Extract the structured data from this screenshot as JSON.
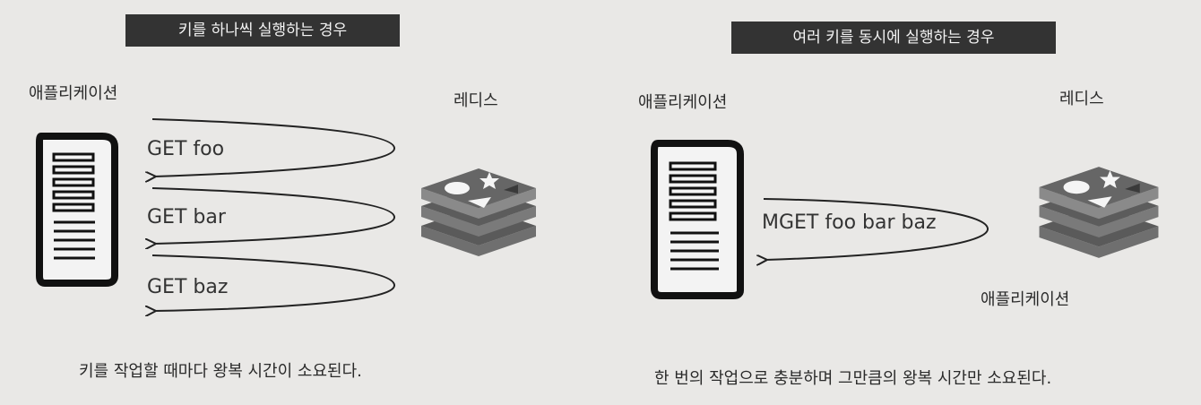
{
  "left": {
    "banner": "키를 하나씩 실행하는 경우",
    "app_label": "애플리케이션",
    "redis_label": "레디스",
    "requests": [
      "GET foo",
      "GET bar",
      "GET baz"
    ],
    "caption": "키를 작업할 때마다 왕복 시간이 소요된다."
  },
  "right": {
    "banner": "여러 키를 동시에 실행하는 경우",
    "app_label": "애플리케이션",
    "redis_label": "레디스",
    "request": "MGET foo bar baz",
    "redis_sub_label": "애플리케이션",
    "caption": "한 번의 작업으로 충분하며 그만큼의 왕복 시간만 소요된다."
  },
  "icons": {
    "server": "server-icon",
    "redis": "redis-logo-icon"
  }
}
